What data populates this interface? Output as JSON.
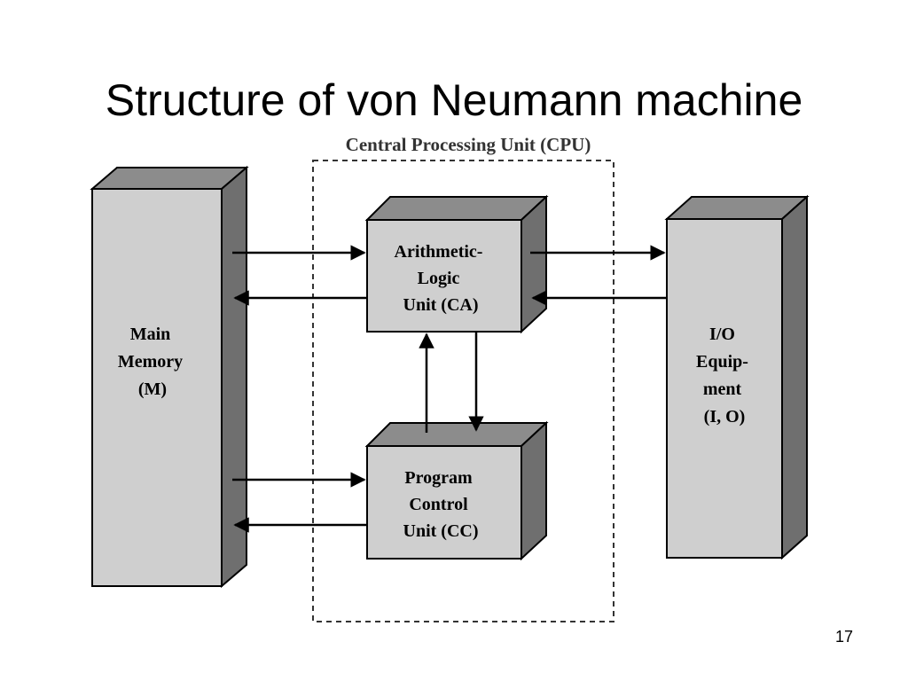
{
  "slide": {
    "title": "Structure of von Neumann machine",
    "page_number": "17"
  },
  "diagram": {
    "cpu_label": "Central Processing Unit (CPU)",
    "main_memory": {
      "lines": [
        "Main",
        "Memory",
        "(M)"
      ]
    },
    "alu": {
      "lines": [
        "Arithmetic-",
        "Logic",
        "Unit (CA)"
      ]
    },
    "pcu": {
      "lines": [
        "Program",
        "Control",
        "Unit (CC)"
      ]
    },
    "io": {
      "lines": [
        "I/O",
        "Equip-",
        "ment",
        "(I, O)"
      ]
    },
    "colors": {
      "box_front": "#cfcfcf",
      "box_top": "#8c8c8c",
      "box_side": "#6f6f6f",
      "outline": "#000000"
    }
  }
}
